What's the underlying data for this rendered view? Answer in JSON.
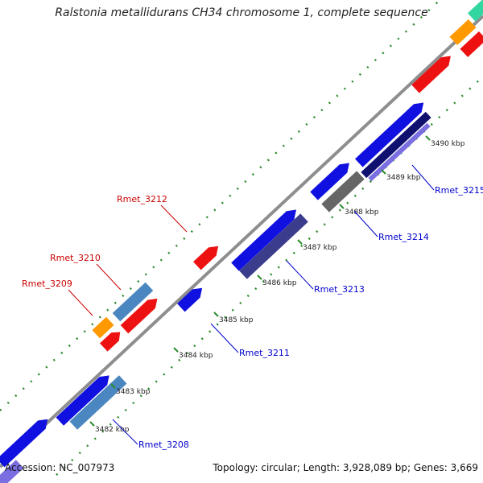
{
  "title": "Ralstonia metallidurans CH34 chromosome 1, complete sequence",
  "footer": {
    "accession": "Accession: NC_007973",
    "summary": "Topology: circular; Length: 3,928,089 bp; Genes: 3,669"
  },
  "colors": {
    "backbone": "#8e8e8e",
    "tick_dots": "#2e8b2e",
    "forward_label": "#0000cc",
    "reverse_label": "#cc0000",
    "blue": "#1010e0",
    "steelblue": "#4a86c0",
    "darkslate": "#3c3c8c",
    "navy": "#101070",
    "lavender": "#7a6ee0",
    "gray": "#666666",
    "red": "#ee1111",
    "orange": "#ff9900",
    "teal": "#33d6a0"
  },
  "ticks": [
    {
      "label": "3482 kbp",
      "pos": 3482
    },
    {
      "label": "3483 kbp",
      "pos": 3483
    },
    {
      "label": "3484 kbp",
      "pos": 3484
    },
    {
      "label": "3485 kbp",
      "pos": 3485
    },
    {
      "label": "3486 kbp",
      "pos": 3486
    },
    {
      "label": "3487 kbp",
      "pos": 3487
    },
    {
      "label": "3488 kbp",
      "pos": 3488
    },
    {
      "label": "3489 kbp",
      "pos": 3489
    },
    {
      "label": "3490 kbp",
      "pos": 3490
    }
  ],
  "gene_labels": [
    {
      "text": "Rmet_3208",
      "strand": "forward"
    },
    {
      "text": "Rmet_3209",
      "strand": "reverse"
    },
    {
      "text": "Rmet_3210",
      "strand": "reverse"
    },
    {
      "text": "Rmet_3211",
      "strand": "forward"
    },
    {
      "text": "Rmet_3212",
      "strand": "reverse"
    },
    {
      "text": "Rmet_3213",
      "strand": "forward"
    },
    {
      "text": "Rmet_3214",
      "strand": "forward"
    },
    {
      "text": "Rmet_3215",
      "strand": "forward"
    }
  ]
}
